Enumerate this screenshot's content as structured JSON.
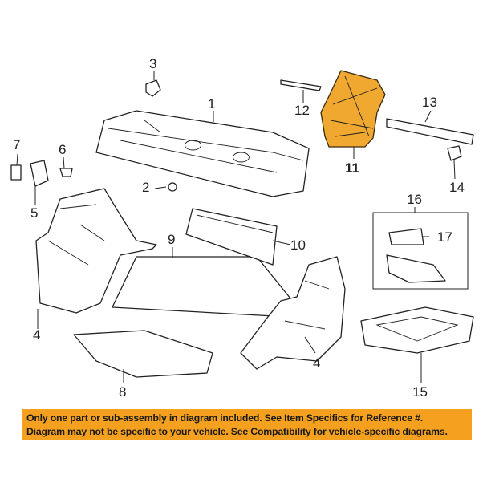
{
  "diagram": {
    "callouts": [
      "1",
      "2",
      "3",
      "4",
      "4",
      "5",
      "6",
      "7",
      "8",
      "9",
      "10",
      "11",
      "12",
      "13",
      "14",
      "15",
      "16",
      "17"
    ],
    "highlight_color": "#f0a830"
  },
  "banner": {
    "line1": "Only one part or sub-assembly in diagram included. See Item Specifics for Reference #.",
    "line2": "Diagram may not be specific to your vehicle. See Compatibility for vehicle-specific diagrams.",
    "color": "#f5a01e"
  }
}
